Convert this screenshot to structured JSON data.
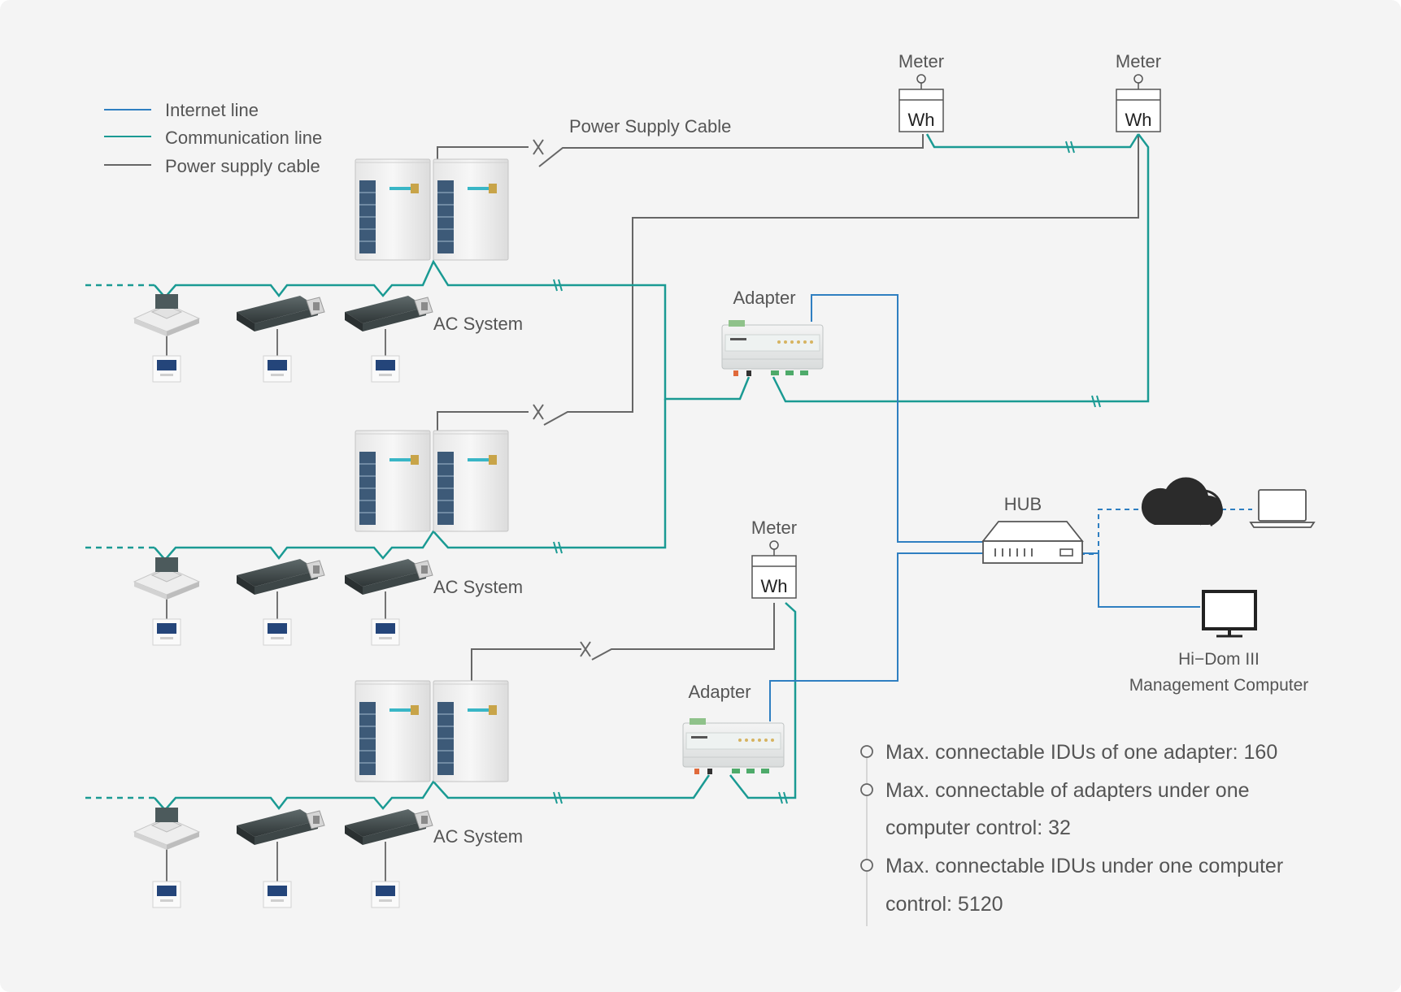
{
  "legend": [
    {
      "label": "Internet line",
      "color": "#2f7fc1"
    },
    {
      "label": "Communication line",
      "color": "#1a9a93"
    },
    {
      "label": "Power supply cable",
      "color": "#666666"
    }
  ],
  "labels": {
    "power_supply_cable": "Power Supply Cable",
    "meter": "Meter",
    "wh": "Wh",
    "adapter": "Adapter",
    "ac_system": "AC System",
    "hub": "HUB",
    "computer_line1": "Hi−Dom III",
    "computer_line2": "Management Computer"
  },
  "notes": [
    {
      "lines": [
        "Max. connectable IDUs of one adapter: 160"
      ]
    },
    {
      "lines": [
        "Max. connectable of adapters under one",
        "computer control: 32"
      ]
    },
    {
      "lines": [
        "Max. connectable IDUs under one computer",
        "control: 5120"
      ]
    }
  ],
  "colors": {
    "internet": "#2f7fc1",
    "communication": "#1a9a93",
    "power": "#666666",
    "background": "#f4f4f4",
    "cloud": "#2b2b2b"
  },
  "icons": [
    "outdoor-unit-icon",
    "cassette-unit-icon",
    "duct-unit-icon",
    "wired-controller-icon",
    "meter-icon",
    "adapter-icon",
    "hub-icon",
    "cloud-icon",
    "laptop-icon",
    "monitor-icon"
  ]
}
